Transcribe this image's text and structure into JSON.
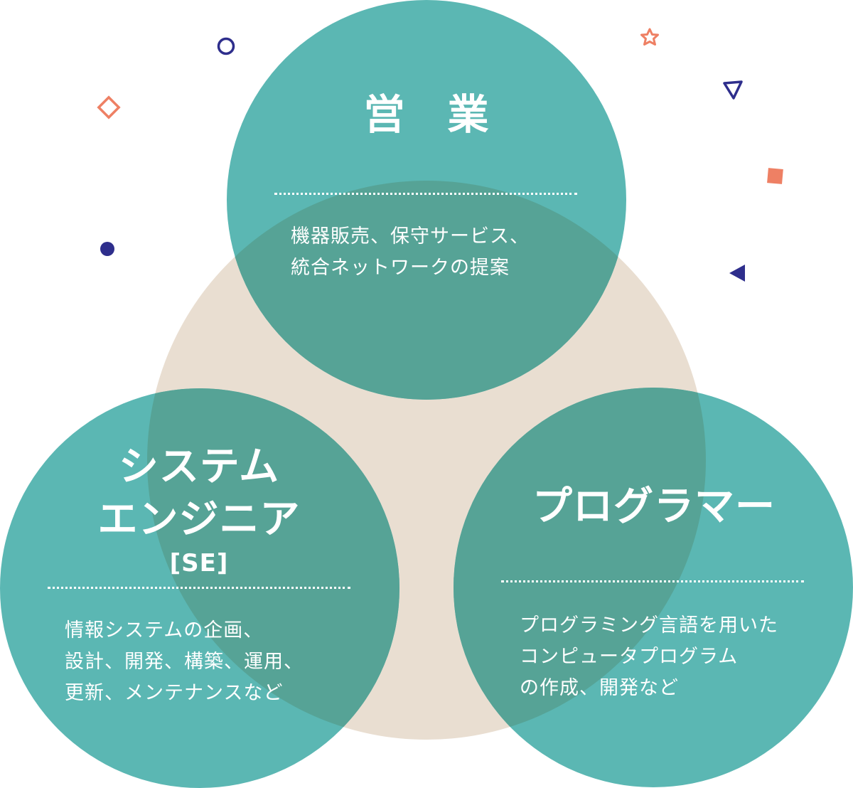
{
  "colors": {
    "teal": "#49aea8",
    "beige": "#e9ded1",
    "overlap": "#55a194",
    "accent_orange": "#ee8064",
    "accent_navy": "#2e2e8c",
    "text": "#ffffff"
  },
  "sales": {
    "title": "営　業",
    "description": [
      "機器販売、保守サービス、",
      "統合ネットワークの提案"
    ]
  },
  "system_engineer": {
    "title_lines": [
      "システム",
      "エンジニア"
    ],
    "abbreviation": "[SE]",
    "description": [
      "情報システムの企画、",
      "設計、開発、構築、運用、",
      "更新、メンテナンスなど"
    ]
  },
  "programmer": {
    "title": "プログラマー",
    "description": [
      "プログラミング言語を用いた",
      "コンピュータプログラム",
      "の作成、開発など"
    ]
  },
  "decorations": [
    {
      "name": "orange-diamond-outline-icon",
      "color": "#ee8064"
    },
    {
      "name": "navy-circle-outline-icon",
      "color": "#2e2e8c"
    },
    {
      "name": "orange-star-outline-icon",
      "color": "#ee8064"
    },
    {
      "name": "navy-triangle-outline-icon",
      "color": "#2e2e8c"
    },
    {
      "name": "orange-square-icon",
      "color": "#ee8064"
    },
    {
      "name": "navy-dot-icon",
      "color": "#2e2e8c"
    },
    {
      "name": "navy-triangle-filled-icon",
      "color": "#2e2e8c"
    }
  ]
}
